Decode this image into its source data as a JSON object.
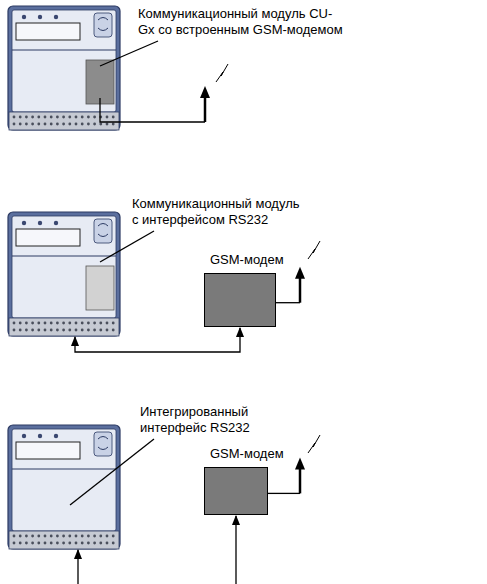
{
  "diagram": {
    "nodes": [
      {
        "text": [
          "GSM-модем"
        ]
      },
      {
        "text": [
          "GSM-модем"
        ]
      }
    ],
    "labels": [
      "Коммуникационный модуль CU-Gx со встроенным GSM-модемом",
      "Коммуникационный модуль с интерфейсом RS232",
      "Интегрированный интерфейс RS232"
    ]
  }
}
